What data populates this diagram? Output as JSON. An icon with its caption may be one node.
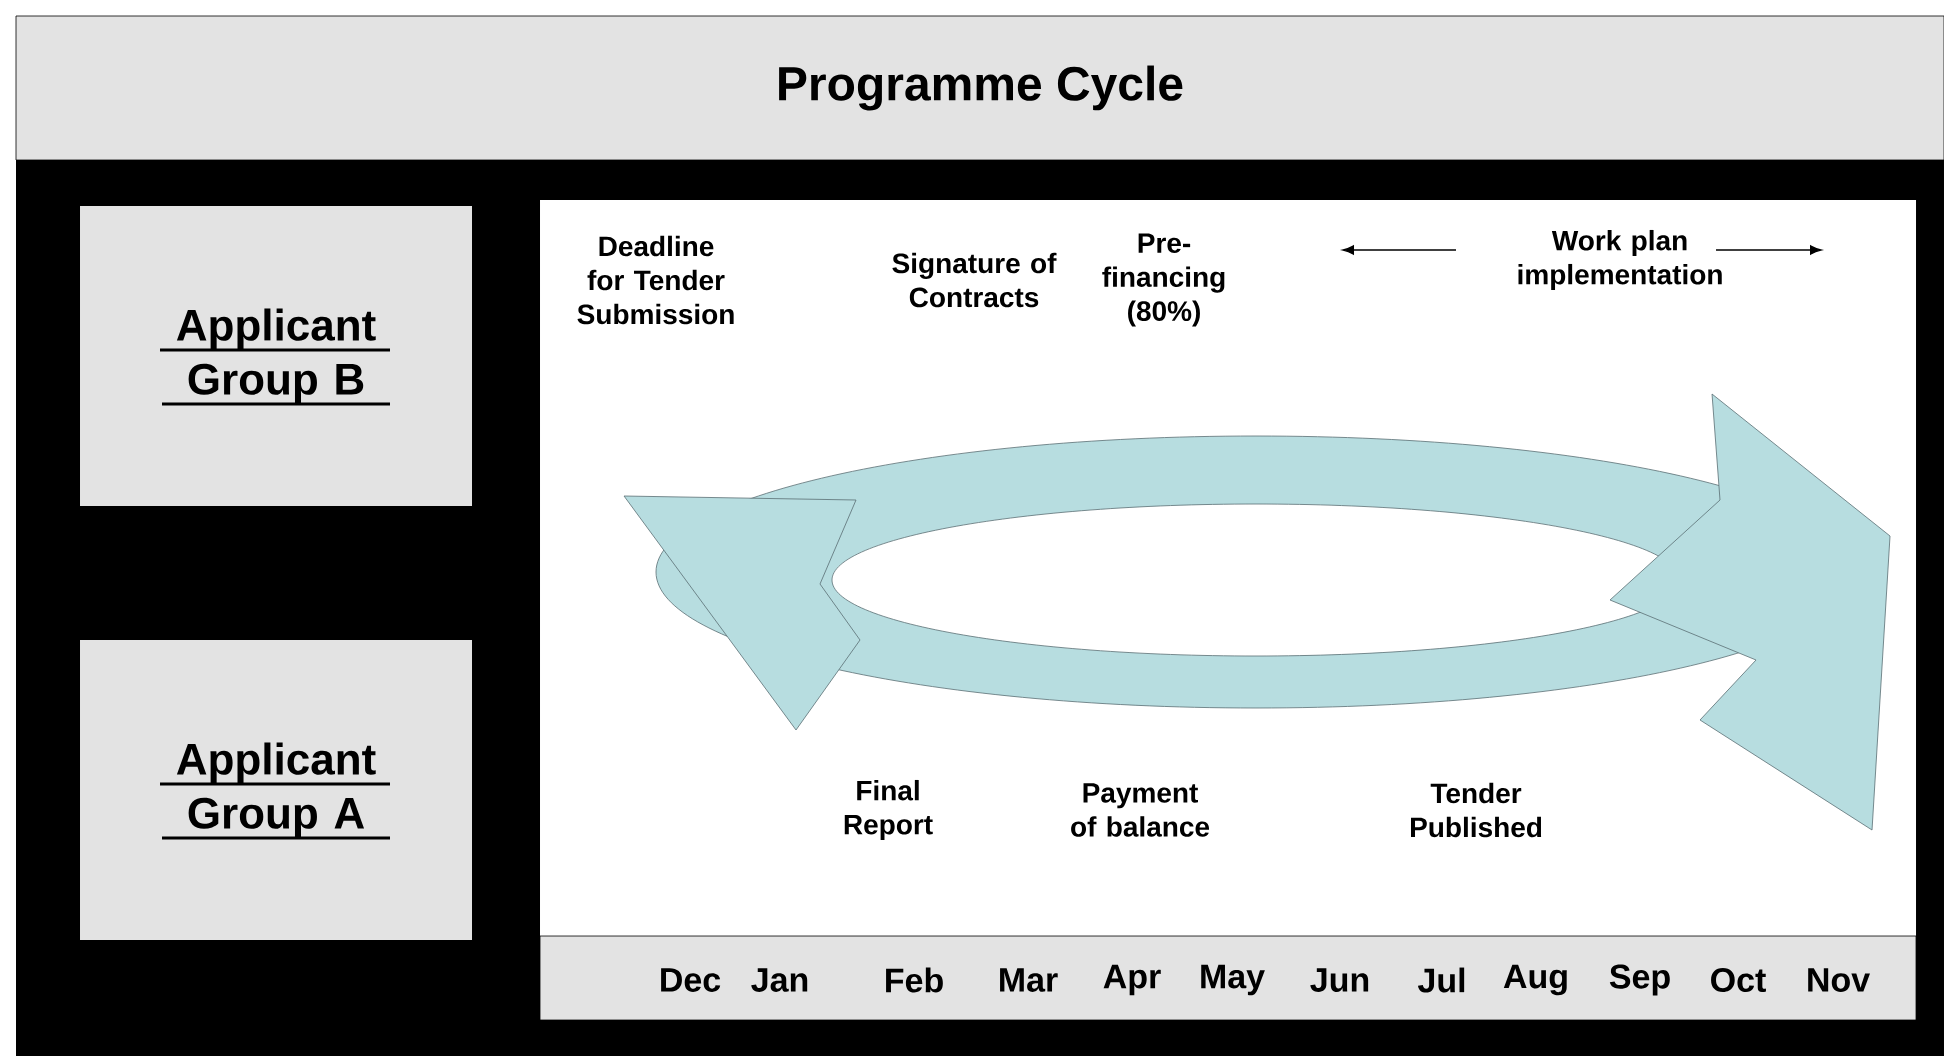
{
  "diagram": {
    "title": "Programme Cycle",
    "nodes": [
      {
        "text": [
          "Applicant Group B"
        ]
      },
      {
        "text": [
          "Applicant Group A"
        ]
      }
    ],
    "labels": [
      "Deadline for Tender Submission",
      "Signature of Contracts",
      "Pre-financing (80%)",
      "Work plan implementation",
      "Final Report",
      "Payment of balance",
      "Tender Published",
      "Dec",
      "Jan",
      "Feb",
      "Mar",
      "Apr",
      "May",
      "Jun",
      "Jul",
      "Aug",
      "Sep",
      "Oct",
      "Nov"
    ]
  }
}
